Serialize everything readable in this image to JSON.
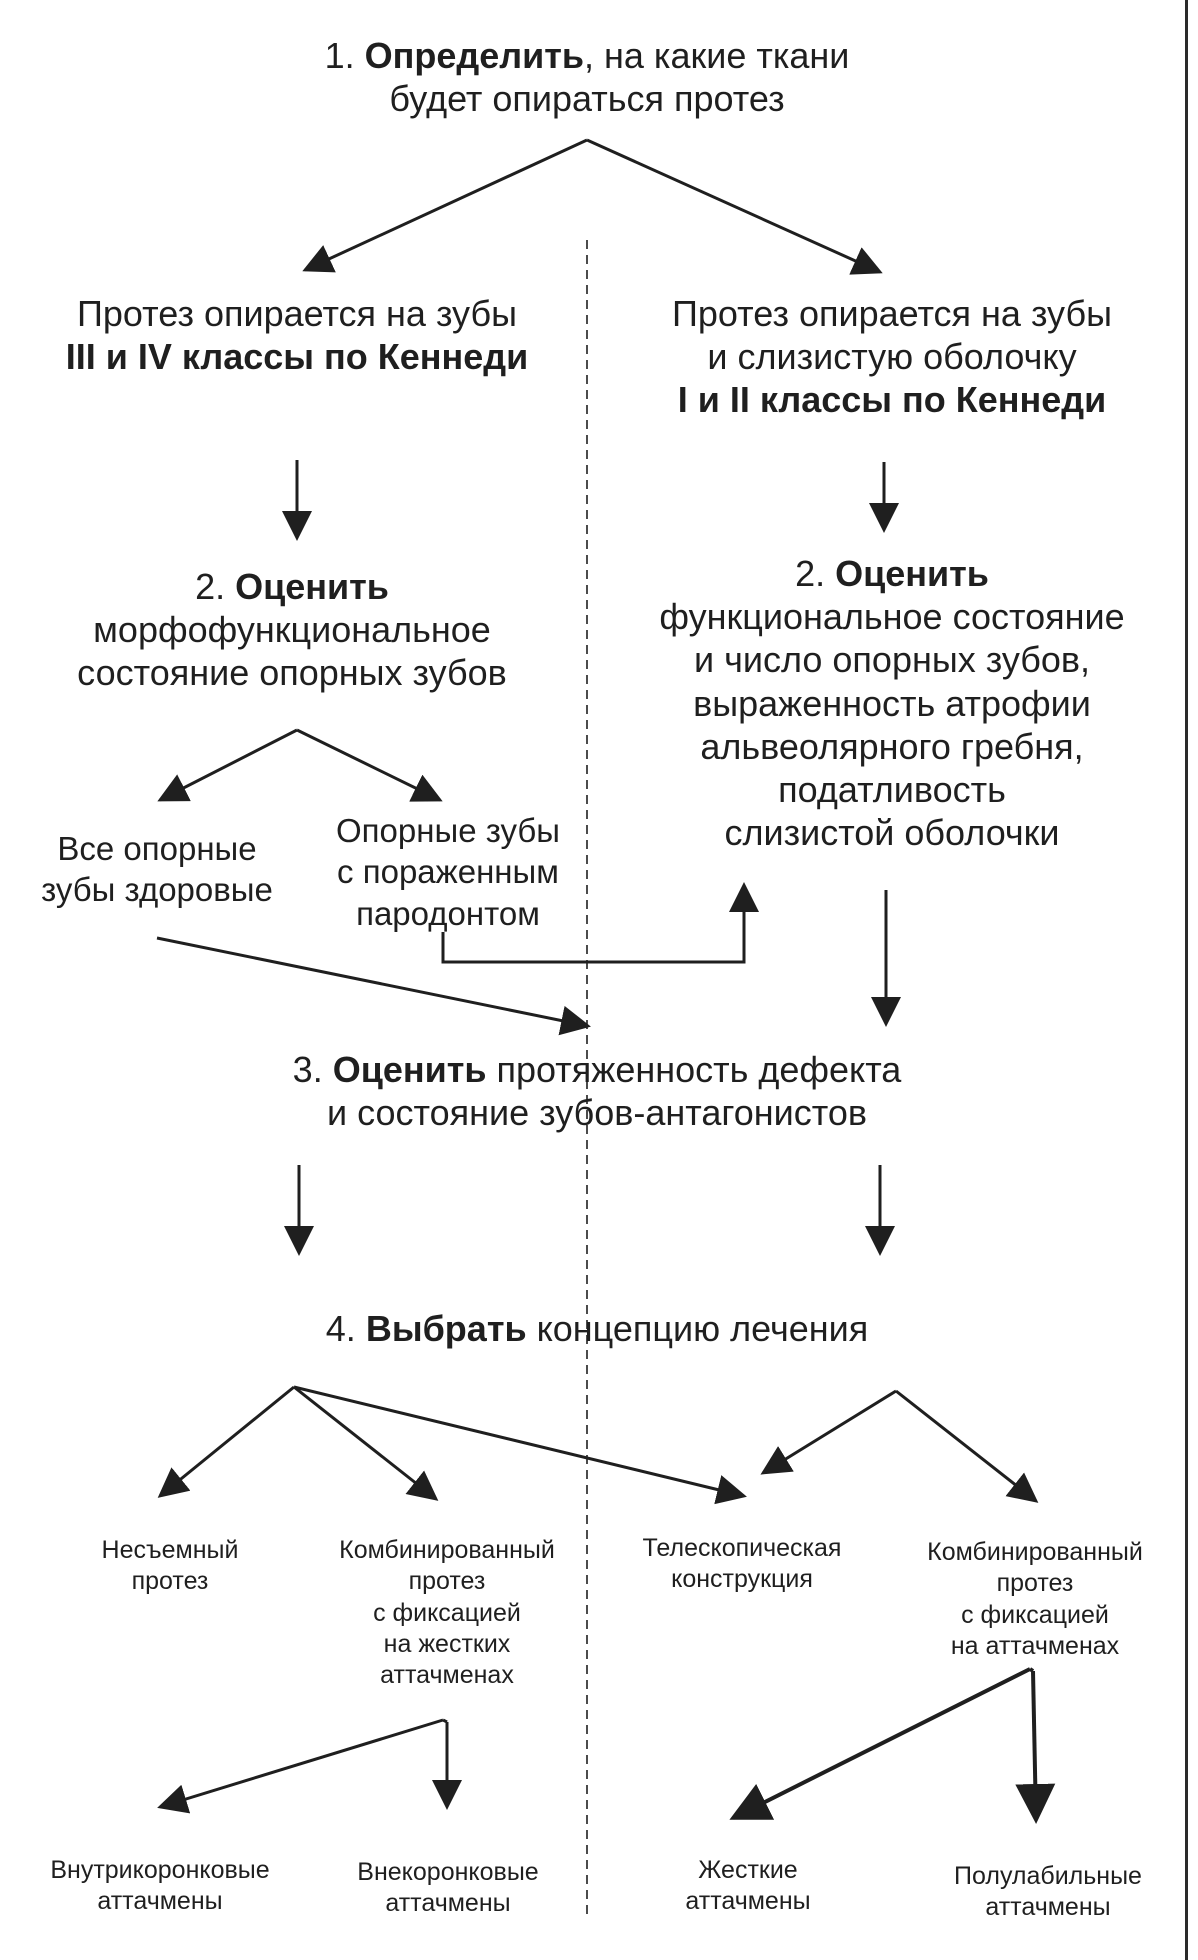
{
  "colors": {
    "ink": "#1f1f1f",
    "background": "#ffffff"
  },
  "steps": {
    "s1": {
      "number": "1.",
      "verb": "Определить",
      "rest": ", на какие ткани",
      "line2": "будет опираться протез"
    },
    "left_support": {
      "line1": "Протез опирается на зубы",
      "line2": "III и IV классы по Кеннеди"
    },
    "right_support": {
      "line1": "Протез опирается на зубы",
      "line2": "и слизистую оболочку",
      "line3": "I и II классы по Кеннеди"
    },
    "s2_left": {
      "number": "2.",
      "verb": "Оценить",
      "line2": "морфофункциональное",
      "line3": "состояние опорных зубов"
    },
    "s2_right": {
      "number": "2.",
      "verb": "Оценить",
      "line2": "функциональное состояние",
      "line3": "и число опорных зубов,",
      "line4": "выраженность атрофии",
      "line5": "альвеолярного гребня,",
      "line6": "податливость",
      "line7": "слизистой оболочки"
    },
    "healthy": {
      "line1": "Все опорные",
      "line2": "зубы здоровые"
    },
    "affected": {
      "line1": "Опорные зубы",
      "line2": "с пораженным",
      "line3": "пародонтом"
    },
    "s3": {
      "number": "3.",
      "verb": "Оценить",
      "rest": " протяженность дефекта",
      "line2": "и состояние зубов-антагонистов"
    },
    "s4": {
      "number": "4.",
      "verb": "Выбрать",
      "rest": " концепцию лечения"
    },
    "fixed": {
      "line1": "Несъемный",
      "line2": "протез"
    },
    "combined_rigid": {
      "line1": "Комбинированный",
      "line2": "протез",
      "line3": "с фиксацией",
      "line4": "на жестких",
      "line5": "аттачменах"
    },
    "telescopic": {
      "line1": "Телескопическая",
      "line2": "конструкция"
    },
    "combined_att": {
      "line1": "Комбинированный",
      "line2": "протез",
      "line3": "с фиксацией",
      "line4": "на аттачменах"
    },
    "intracoronal": {
      "line1": "Внутрикоронковые",
      "line2": "аттачмены"
    },
    "extracoronal": {
      "line1": "Внекоронковые",
      "line2": "аттачмены"
    },
    "rigid": {
      "line1": "Жесткие",
      "line2": "аттачмены"
    },
    "semilabile": {
      "line1": "Полулабильные",
      "line2": "аттачмены"
    }
  }
}
